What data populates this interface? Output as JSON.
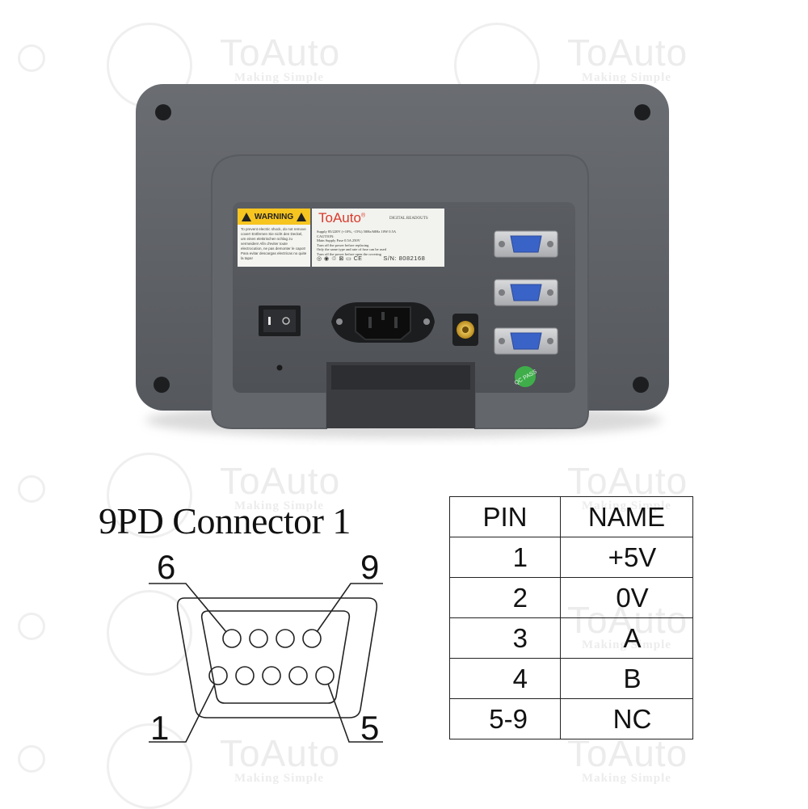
{
  "watermark": {
    "brand": "ToAuto",
    "tagline": "Making Simple"
  },
  "device": {
    "warning_label": {
      "heading": "WARNING",
      "text": "To prevent electric shock, do not remove cover! Entfernen Sie nicht den Deckel, um einen elektrischen schlag zu vermeiden! Afin d'eviter toute electrocution, ne pas demonter le capot! Para evitar descargas electricas no quite la tapa!"
    },
    "spec_label": {
      "brand": "ToAuto",
      "registered": "®",
      "subtitle": "DIGITAL READOUTS",
      "lines": [
        "Supply 85/220V (+10%, -15%) 50Hz/60Hz 10W 0.5A",
        "CAUTION:",
        "Main Supply Fuse 0.5A 250V",
        "Turn off the power before replacing",
        "Only the same type and rate of fuse can be used",
        "Turn off the power before open the covering"
      ],
      "serial_label": "S/N:",
      "serial_value": "8082168"
    },
    "qc_sticker": "QC PASS"
  },
  "connector": {
    "title": "9PD Connector 1",
    "pin_labels": [
      "6",
      "9",
      "1",
      "5"
    ]
  },
  "pin_table": {
    "headers": [
      "PIN",
      "NAME"
    ],
    "rows": [
      {
        "pin": "1",
        "name": "+5V"
      },
      {
        "pin": "2",
        "name": "0V"
      },
      {
        "pin": "3",
        "name": "A"
      },
      {
        "pin": "4",
        "name": "B"
      },
      {
        "pin": "5-9",
        "name": "NC"
      }
    ]
  },
  "colors": {
    "housing": "#5c5f64",
    "housing_dark": "#4a4d52",
    "panel_inset": "#505358",
    "warning_yellow": "#f7c520",
    "brand_red": "#d93a2b",
    "connector_blue": "#3a63c8",
    "qc_green": "#3fae4a"
  }
}
